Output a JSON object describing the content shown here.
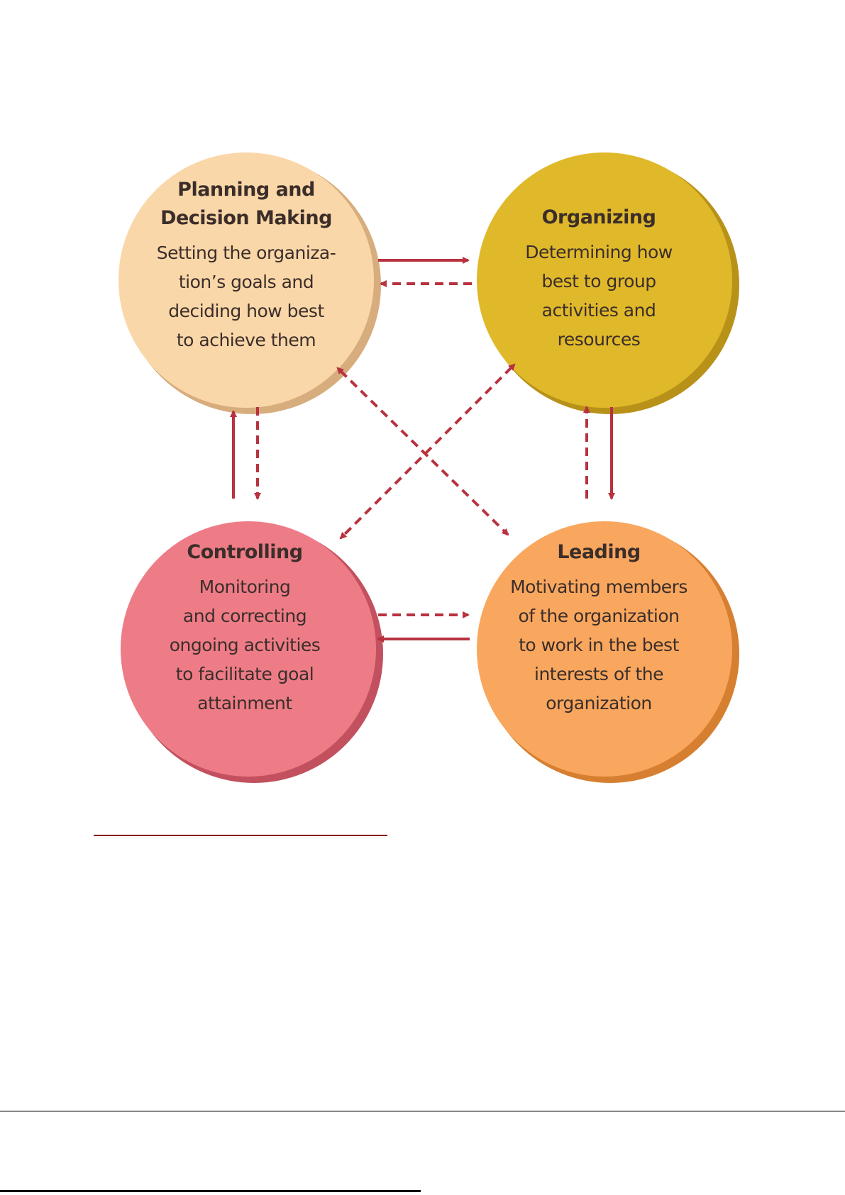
{
  "circles": {
    "planning": {
      "title": [
        "Planning and",
        "Decision Making"
      ],
      "body": [
        "Setting the organiza-",
        "tion’s goals and",
        "deciding how best",
        "to achieve them"
      ],
      "color": "#fad7a8"
    },
    "organizing": {
      "title": [
        "Organizing"
      ],
      "body": [
        "Determining how",
        "best to group",
        "activities and",
        "resources"
      ],
      "color": "#e0b92a"
    },
    "controlling": {
      "title": [
        "Controlling"
      ],
      "body": [
        "Monitoring",
        "and correcting",
        "ongoing activities",
        "to facilitate goal",
        "attainment"
      ],
      "color": "#ee7c87"
    },
    "leading": {
      "title": [
        "Leading"
      ],
      "body": [
        "Motivating members",
        "of the organization",
        "to work in the best",
        "interests of the",
        "organization"
      ],
      "color": "#f9a75e"
    }
  },
  "arrow_color": "#b8323f"
}
